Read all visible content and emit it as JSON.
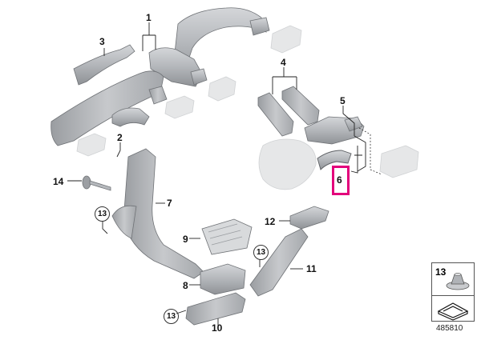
{
  "diagram": {
    "callouts": {
      "c1": "1",
      "c2": "2",
      "c3": "3",
      "c4": "4",
      "c5": "5",
      "c6": "6",
      "c7": "7",
      "c8": "8",
      "c9": "9",
      "c10": "10",
      "c11": "11",
      "c12": "12",
      "c14": "14",
      "c13a": "13",
      "c13b": "13",
      "c13c": "13"
    },
    "highlighted_part": "6",
    "highlight_color": "#e3007b",
    "part_color": "#b9bcc0",
    "ghost_part_color": "#e6e7e8",
    "reference_box": {
      "label": "13",
      "icon": "fastener-icon"
    },
    "drawing_code": "485810"
  }
}
